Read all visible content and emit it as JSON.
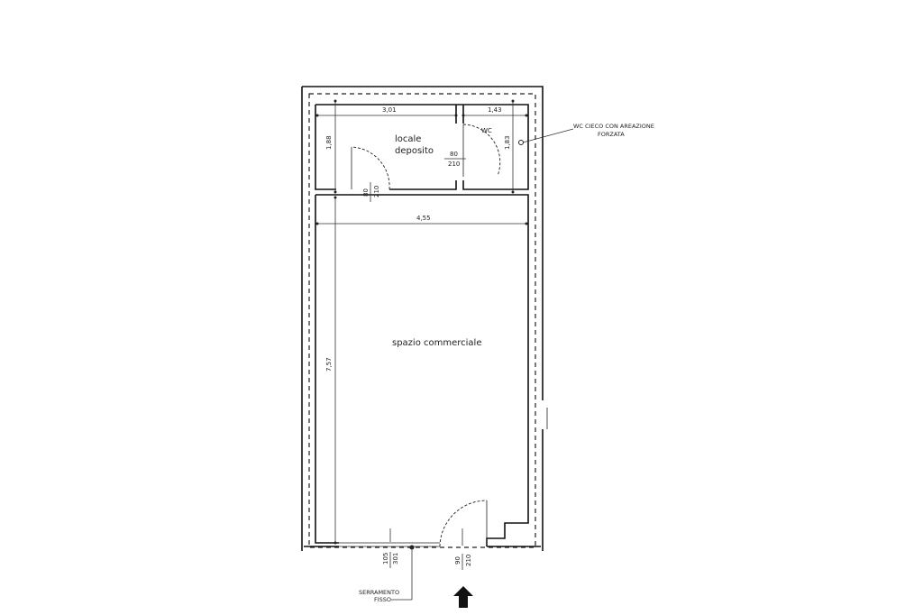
{
  "rooms": {
    "deposito_line1": "locale",
    "deposito_line2": "deposito",
    "wc": "WC",
    "commerciale": "spazio commerciale"
  },
  "dimensions": {
    "deposito_width": "3,01",
    "wc_width": "1,43",
    "deposito_depth": "1,88",
    "wc_depth": "1,83",
    "total_width": "4,55",
    "commerciale_depth": "7,57"
  },
  "doors": {
    "wc_door_width": "80",
    "wc_door_height": "210",
    "deposito_door_width": "80",
    "deposito_door_height": "210",
    "entrance_door_width": "90",
    "entrance_door_height": "210",
    "window_a": "105",
    "window_b": "301"
  },
  "annotations": {
    "wc_note_line1": "WC CIECO CON AREAZIONE",
    "wc_note_line2": "FORZATA",
    "window_note_line1": "SERRAMENTO",
    "window_note_line2": "FISSO"
  }
}
